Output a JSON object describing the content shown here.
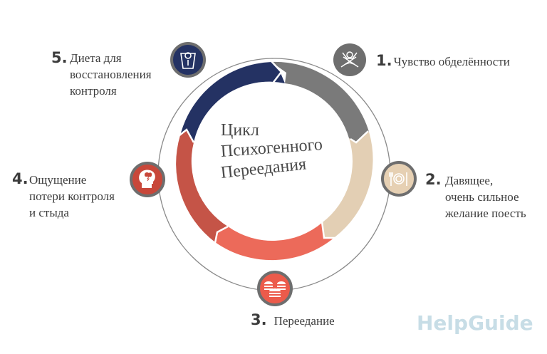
{
  "diagram": {
    "title_lines": [
      "Цикл",
      "Психогенного",
      "Переедания"
    ],
    "brand": "HelpGuide",
    "colors": {
      "outline_circle": "#8a8a8a",
      "icon_border": "#707070",
      "stage1": "#7a7a7a",
      "stage2": "#e3cfb4",
      "stage3": "#ec6a5a",
      "stage4": "#c55447",
      "stage5": "#243263",
      "brand": "#c7dde6"
    },
    "stages": [
      {
        "number": "1.",
        "lines": [
          "Чувство обделённости"
        ],
        "icon": "hands-tied-icon"
      },
      {
        "number": "2.",
        "lines": [
          "Давящее,",
          "очень сильное",
          "желание поесть"
        ],
        "icon": "plate-cutlery-icon"
      },
      {
        "number": "3.",
        "lines": [
          "Переедание"
        ],
        "icon": "burgers-icon"
      },
      {
        "number": "4.",
        "lines": [
          "Ощущение",
          "потери контроля",
          "и стыда"
        ],
        "icon": "head-storm-icon"
      },
      {
        "number": "5.",
        "lines": [
          "Диета для",
          "восстановления",
          "контроля"
        ],
        "icon": "scale-icon"
      }
    ]
  }
}
